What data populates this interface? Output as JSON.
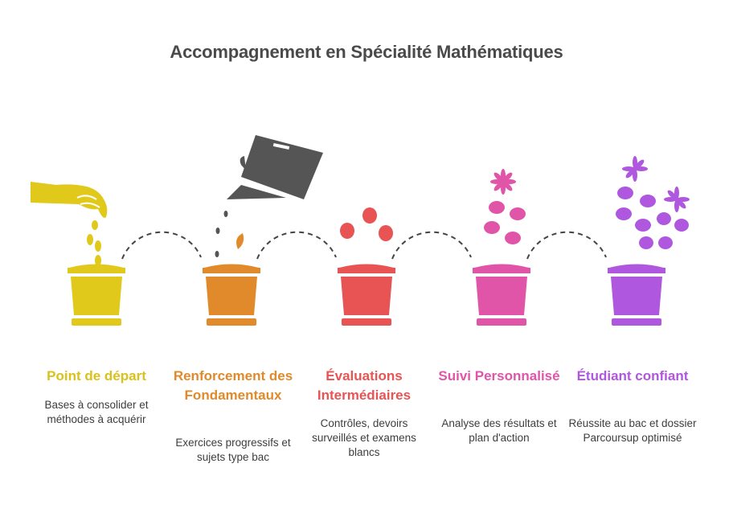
{
  "title": "Accompagnement en Spécialité Mathématiques",
  "steps": [
    {
      "title": "Point de départ",
      "description": "Bases à consolider et méthodes à acquérir",
      "color": "#e0c91a"
    },
    {
      "title": "Renforcement des Fondamentaux",
      "description": "Exercices progressifs et sujets type bac",
      "color": "#e08a2c"
    },
    {
      "title": "Évaluations Intermédiaires",
      "description": "Contrôles, devoirs surveillés et examens blancs",
      "color": "#e85353"
    },
    {
      "title": "Suivi Personnalisé",
      "description": "Analyse des résultats et plan d'action",
      "color": "#e055a8"
    },
    {
      "title": "Étudiant confiant",
      "description": "Réussite au bac et dossier Parcoursup optimisé",
      "color": "#b057e0"
    }
  ],
  "icons": [
    "hand-seeds-icon",
    "watering-can-icon",
    "sprout-icon",
    "flower-icon",
    "bloom-icon"
  ]
}
